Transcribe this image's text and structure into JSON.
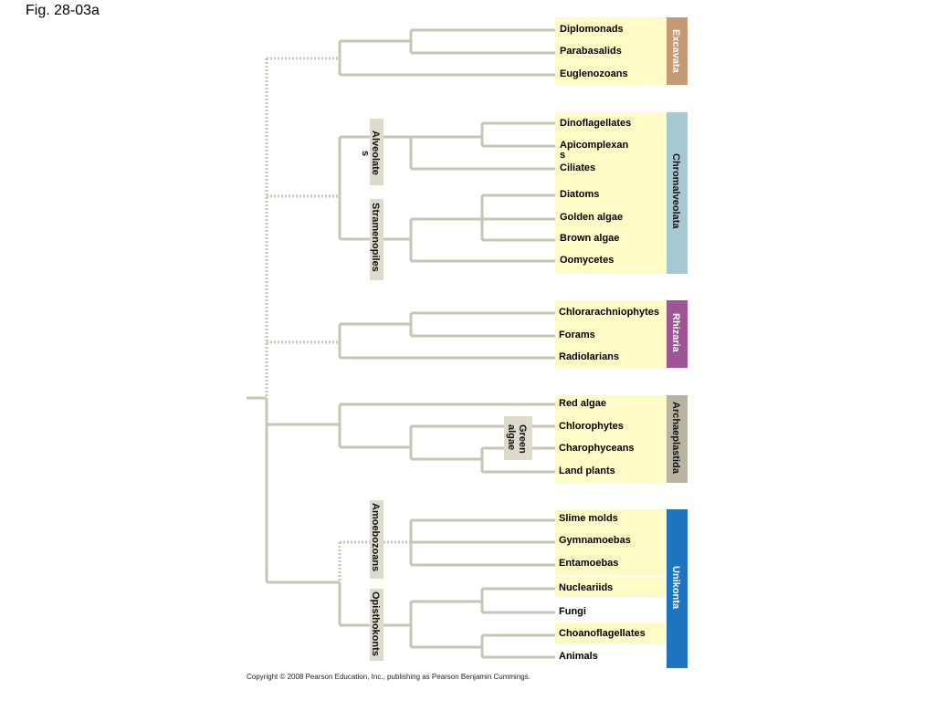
{
  "figure": {
    "title": "Fig. 28-03a",
    "copyright": "Copyright © 2008 Pearson Education, Inc., publishing as Pearson Benjamin Cummings."
  },
  "colors": {
    "branch": "#c9c5b6",
    "label_bg": "#fffbc6",
    "subgroup_bg": "#dedbcd"
  },
  "taxa": {
    "diplomonads": "Diplomonads",
    "parabasalids": "Parabasalids",
    "euglenozoans": "Euglenozoans",
    "dinoflagellates": "Dinoflagellates",
    "apicomplexans_line1": "Apicomplexan",
    "apicomplexans_line2": "s",
    "ciliates": "Ciliates",
    "diatoms": "Diatoms",
    "golden_algae": "Golden algae",
    "brown_algae": "Brown algae",
    "oomycetes": "Oomycetes",
    "chlorarachniophytes": "Chlorarachniophytes",
    "forams": "Forams",
    "radiolarians": "Radiolarians",
    "red_algae": "Red algae",
    "chlorophytes": "Chlorophytes",
    "charophyceans": "Charophyceans",
    "land_plants": "Land plants",
    "slime_molds": "Slime molds",
    "gymnamoebas": "Gymnamoebas",
    "entamoebas": "Entamoebas",
    "nucleariids": "Nucleariids",
    "fungi": "Fungi",
    "choanoflagellates": "Choanoflagellates",
    "animals": "Animals"
  },
  "subgroups": {
    "alveolates_line1": "Alveolate",
    "alveolates_line2": "s",
    "stramenopiles": "Stramenopiles",
    "green_algae_line1": "Green",
    "green_algae_line2": "algae",
    "amoebozoans": "Amoebozoans",
    "opisthokonts": "Opisthokonts"
  },
  "clades": [
    {
      "key": "excavata",
      "label": "Excavata",
      "color": "#c49a74"
    },
    {
      "key": "chromalveolata",
      "label": "Chromalveolata",
      "color": "#a8c8d4"
    },
    {
      "key": "rhizaria",
      "label": "Rhizaria",
      "color": "#9d5598"
    },
    {
      "key": "archaeplastida",
      "label": "Archaeplastida",
      "color": "#b9b4a2"
    },
    {
      "key": "unikonta",
      "label": "Unikonta",
      "color": "#1e74be"
    }
  ]
}
